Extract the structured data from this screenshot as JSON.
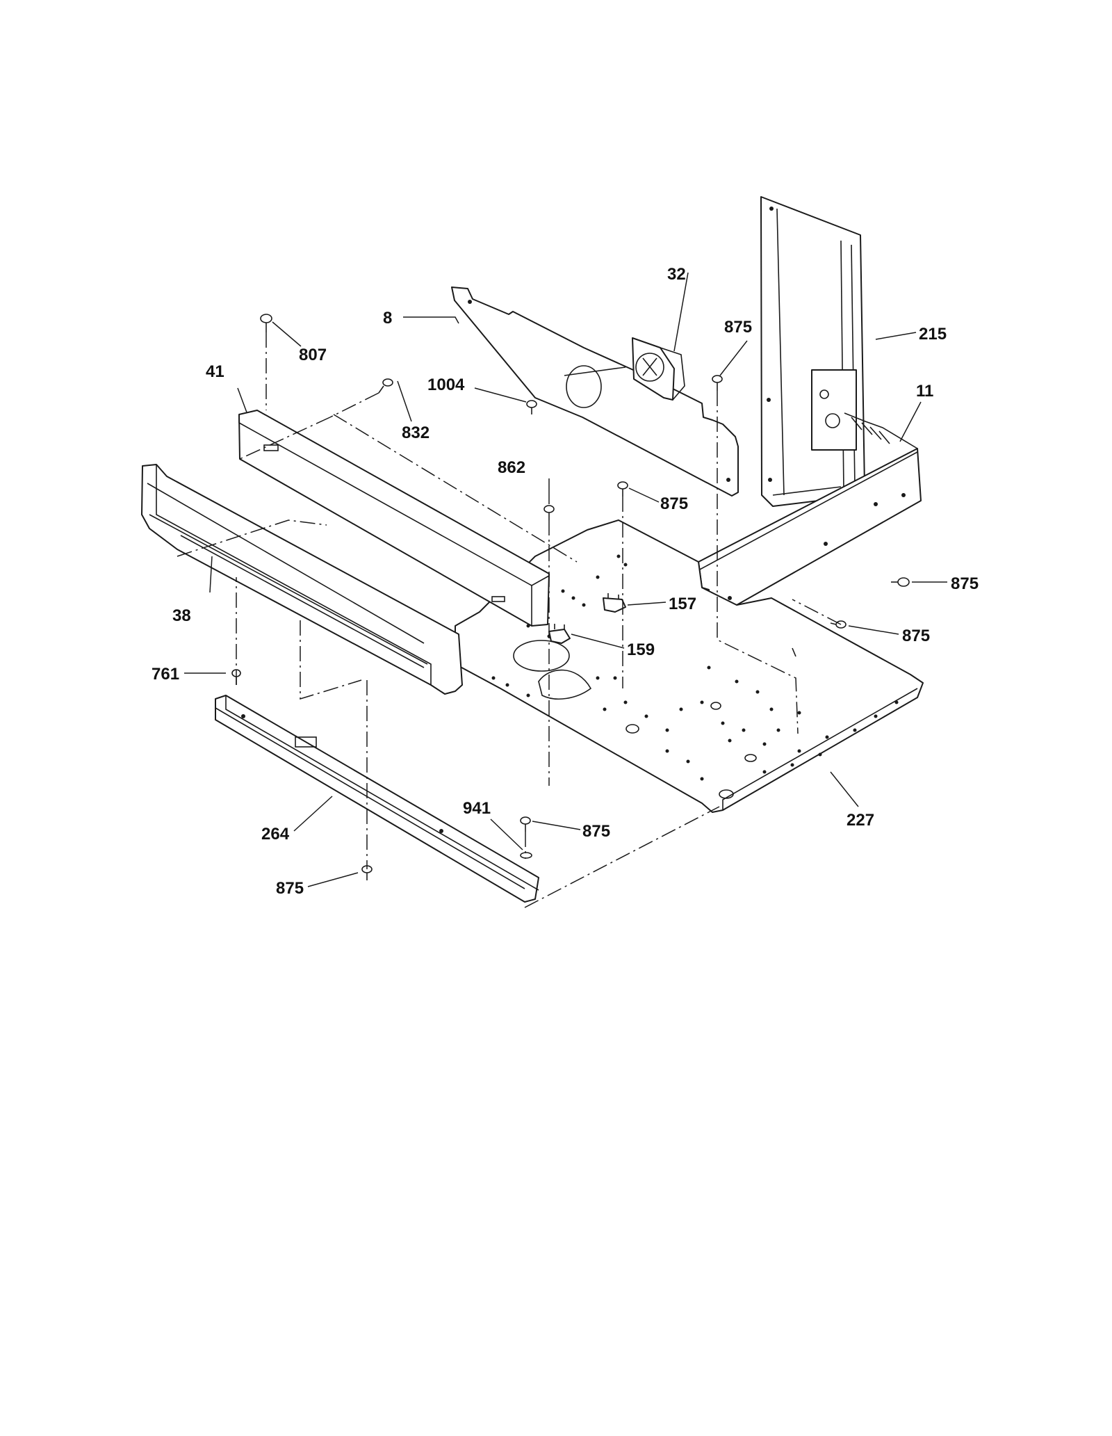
{
  "callouts": [
    {
      "id": "c8",
      "text": "8"
    },
    {
      "id": "c32",
      "text": "32"
    },
    {
      "id": "c875a",
      "text": "875"
    },
    {
      "id": "c215",
      "text": "215"
    },
    {
      "id": "c807",
      "text": "807"
    },
    {
      "id": "c41",
      "text": "41"
    },
    {
      "id": "c1004",
      "text": "1004"
    },
    {
      "id": "c832",
      "text": "832"
    },
    {
      "id": "c11",
      "text": "11"
    },
    {
      "id": "c862",
      "text": "862"
    },
    {
      "id": "c875b",
      "text": "875"
    },
    {
      "id": "c875c",
      "text": "875"
    },
    {
      "id": "c157",
      "text": "157"
    },
    {
      "id": "c38",
      "text": "38"
    },
    {
      "id": "c875d",
      "text": "875"
    },
    {
      "id": "c159",
      "text": "159"
    },
    {
      "id": "c761",
      "text": "761"
    },
    {
      "id": "c941",
      "text": "941"
    },
    {
      "id": "c875e",
      "text": "875"
    },
    {
      "id": "c227",
      "text": "227"
    },
    {
      "id": "c264",
      "text": "264"
    },
    {
      "id": "c875f",
      "text": "875"
    }
  ],
  "colors": {
    "line": "#1a1a1a",
    "background": "#ffffff"
  }
}
